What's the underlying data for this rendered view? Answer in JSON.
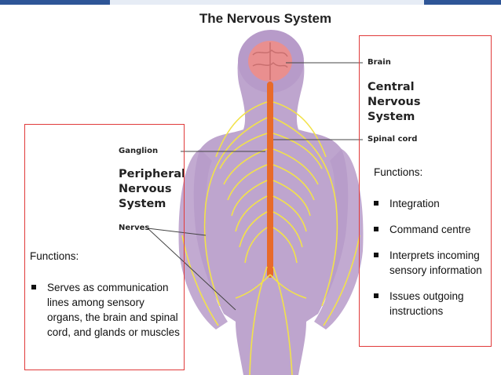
{
  "title": "The Nervous System",
  "labels": {
    "brain": "Brain",
    "cns": [
      "Central",
      "Nervous",
      "System"
    ],
    "spinal_cord": "Spinal cord",
    "ganglion": "Ganglion",
    "pns": [
      "Peripheral",
      "Nervous",
      "System"
    ],
    "nerves": "Nerves"
  },
  "right_box": {
    "heading": "Functions:",
    "items": [
      "Integration",
      "Command centre",
      "Interprets incoming sensory information",
      "Issues outgoing instructions"
    ]
  },
  "left_box": {
    "heading": "Functions:",
    "items": [
      "Serves as communication lines among sensory organs, the brain and spinal cord, and glands or muscles"
    ]
  },
  "colors": {
    "accent_bar": "#2e5597",
    "box_border": "#e03a3a",
    "body": "#b79bc9",
    "nerves": "#f2e24a",
    "brain": "#e98f8f",
    "spinal_cord": "#e86a2a"
  }
}
